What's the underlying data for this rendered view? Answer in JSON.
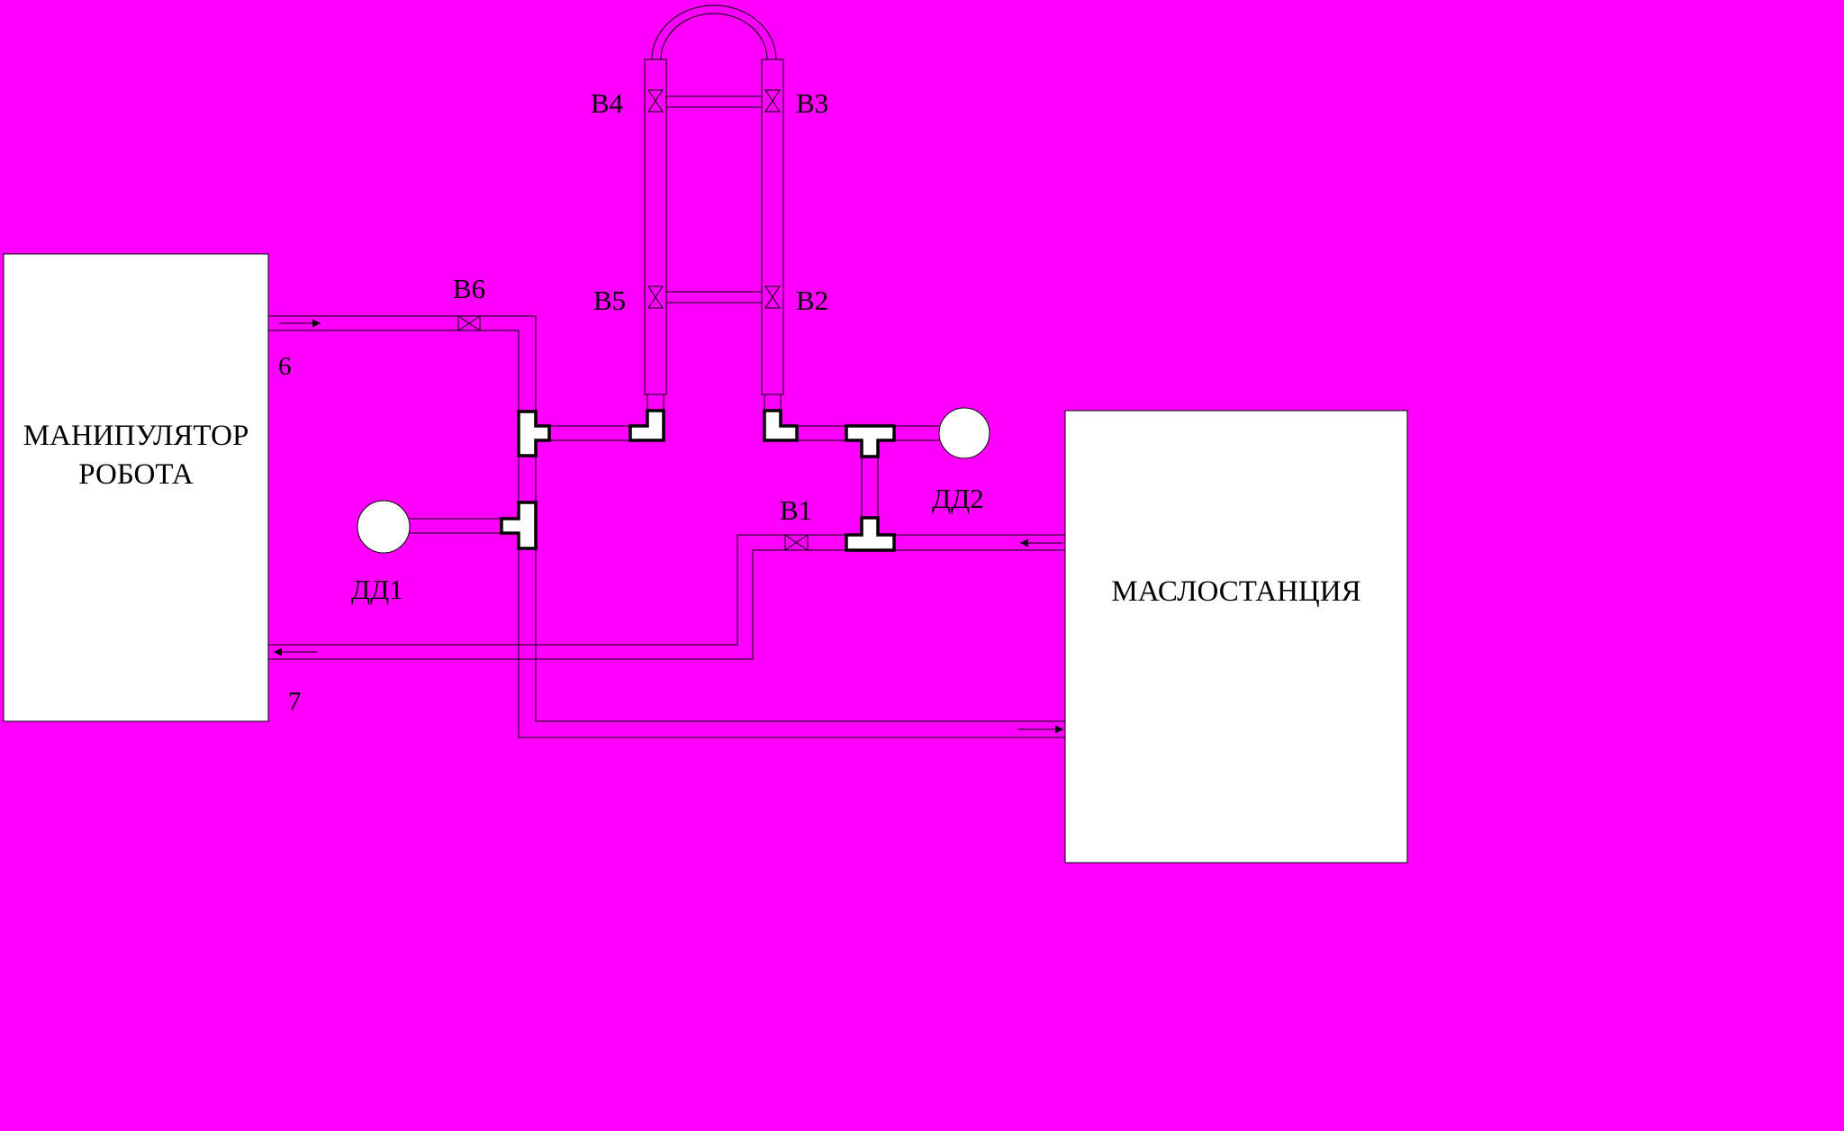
{
  "blocks": {
    "manipulator_line1": "МАНИПУЛЯТОР",
    "manipulator_line2": "РОБОТА",
    "oil_station": "МАСЛОСТАНЦИЯ"
  },
  "valves": {
    "b1": "В1",
    "b2": "В2",
    "b3": "В3",
    "b4": "В4",
    "b5": "В5",
    "b6": "В6"
  },
  "sensors": {
    "dd1": "ДД1",
    "dd2": "ДД2"
  },
  "ports": {
    "p6": "6",
    "p7": "7"
  },
  "colors": {
    "background": "#ff00ff",
    "block_fill": "#ffffff",
    "line": "#000000"
  }
}
